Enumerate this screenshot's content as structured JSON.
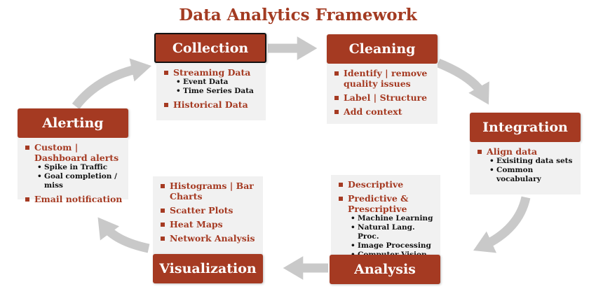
{
  "title": "Data Analytics Framework",
  "colors": {
    "accent": "#a53a22",
    "panel": "#f1f1f1",
    "arrow": "#c9c9c9"
  },
  "stages": {
    "collection": {
      "label": "Collection",
      "items": [
        {
          "label": "Streaming Data",
          "subs": [
            "Event Data",
            "Time Series Data"
          ]
        },
        {
          "label": "Historical Data"
        }
      ]
    },
    "cleaning": {
      "label": "Cleaning",
      "items": [
        {
          "label": "Identify | remove quality issues"
        },
        {
          "label": "Label | Structure"
        },
        {
          "label": "Add context"
        }
      ]
    },
    "integration": {
      "label": "Integration",
      "items": [
        {
          "label": "Align data",
          "subs": [
            "Exisiting data sets",
            "Common vocabulary"
          ]
        }
      ]
    },
    "analysis": {
      "label": "Analysis",
      "items": [
        {
          "label": "Descriptive"
        },
        {
          "label": "Predictive & Prescriptive",
          "subs": [
            "Machine Learning",
            "Natural Lang. Proc.",
            "Image Processing",
            "Computer Vision"
          ]
        }
      ]
    },
    "visualization": {
      "label": "Visualization",
      "items": [
        {
          "label": "Histograms | Bar Charts"
        },
        {
          "label": "Scatter Plots"
        },
        {
          "label": "Heat Maps"
        },
        {
          "label": "Network Analysis"
        }
      ]
    },
    "alerting": {
      "label": "Alerting",
      "items": [
        {
          "label": "Custom | Dashboard alerts",
          "subs": [
            "Spike in Traffic",
            "Goal completion / miss"
          ]
        },
        {
          "label": "Email notification"
        }
      ]
    }
  }
}
